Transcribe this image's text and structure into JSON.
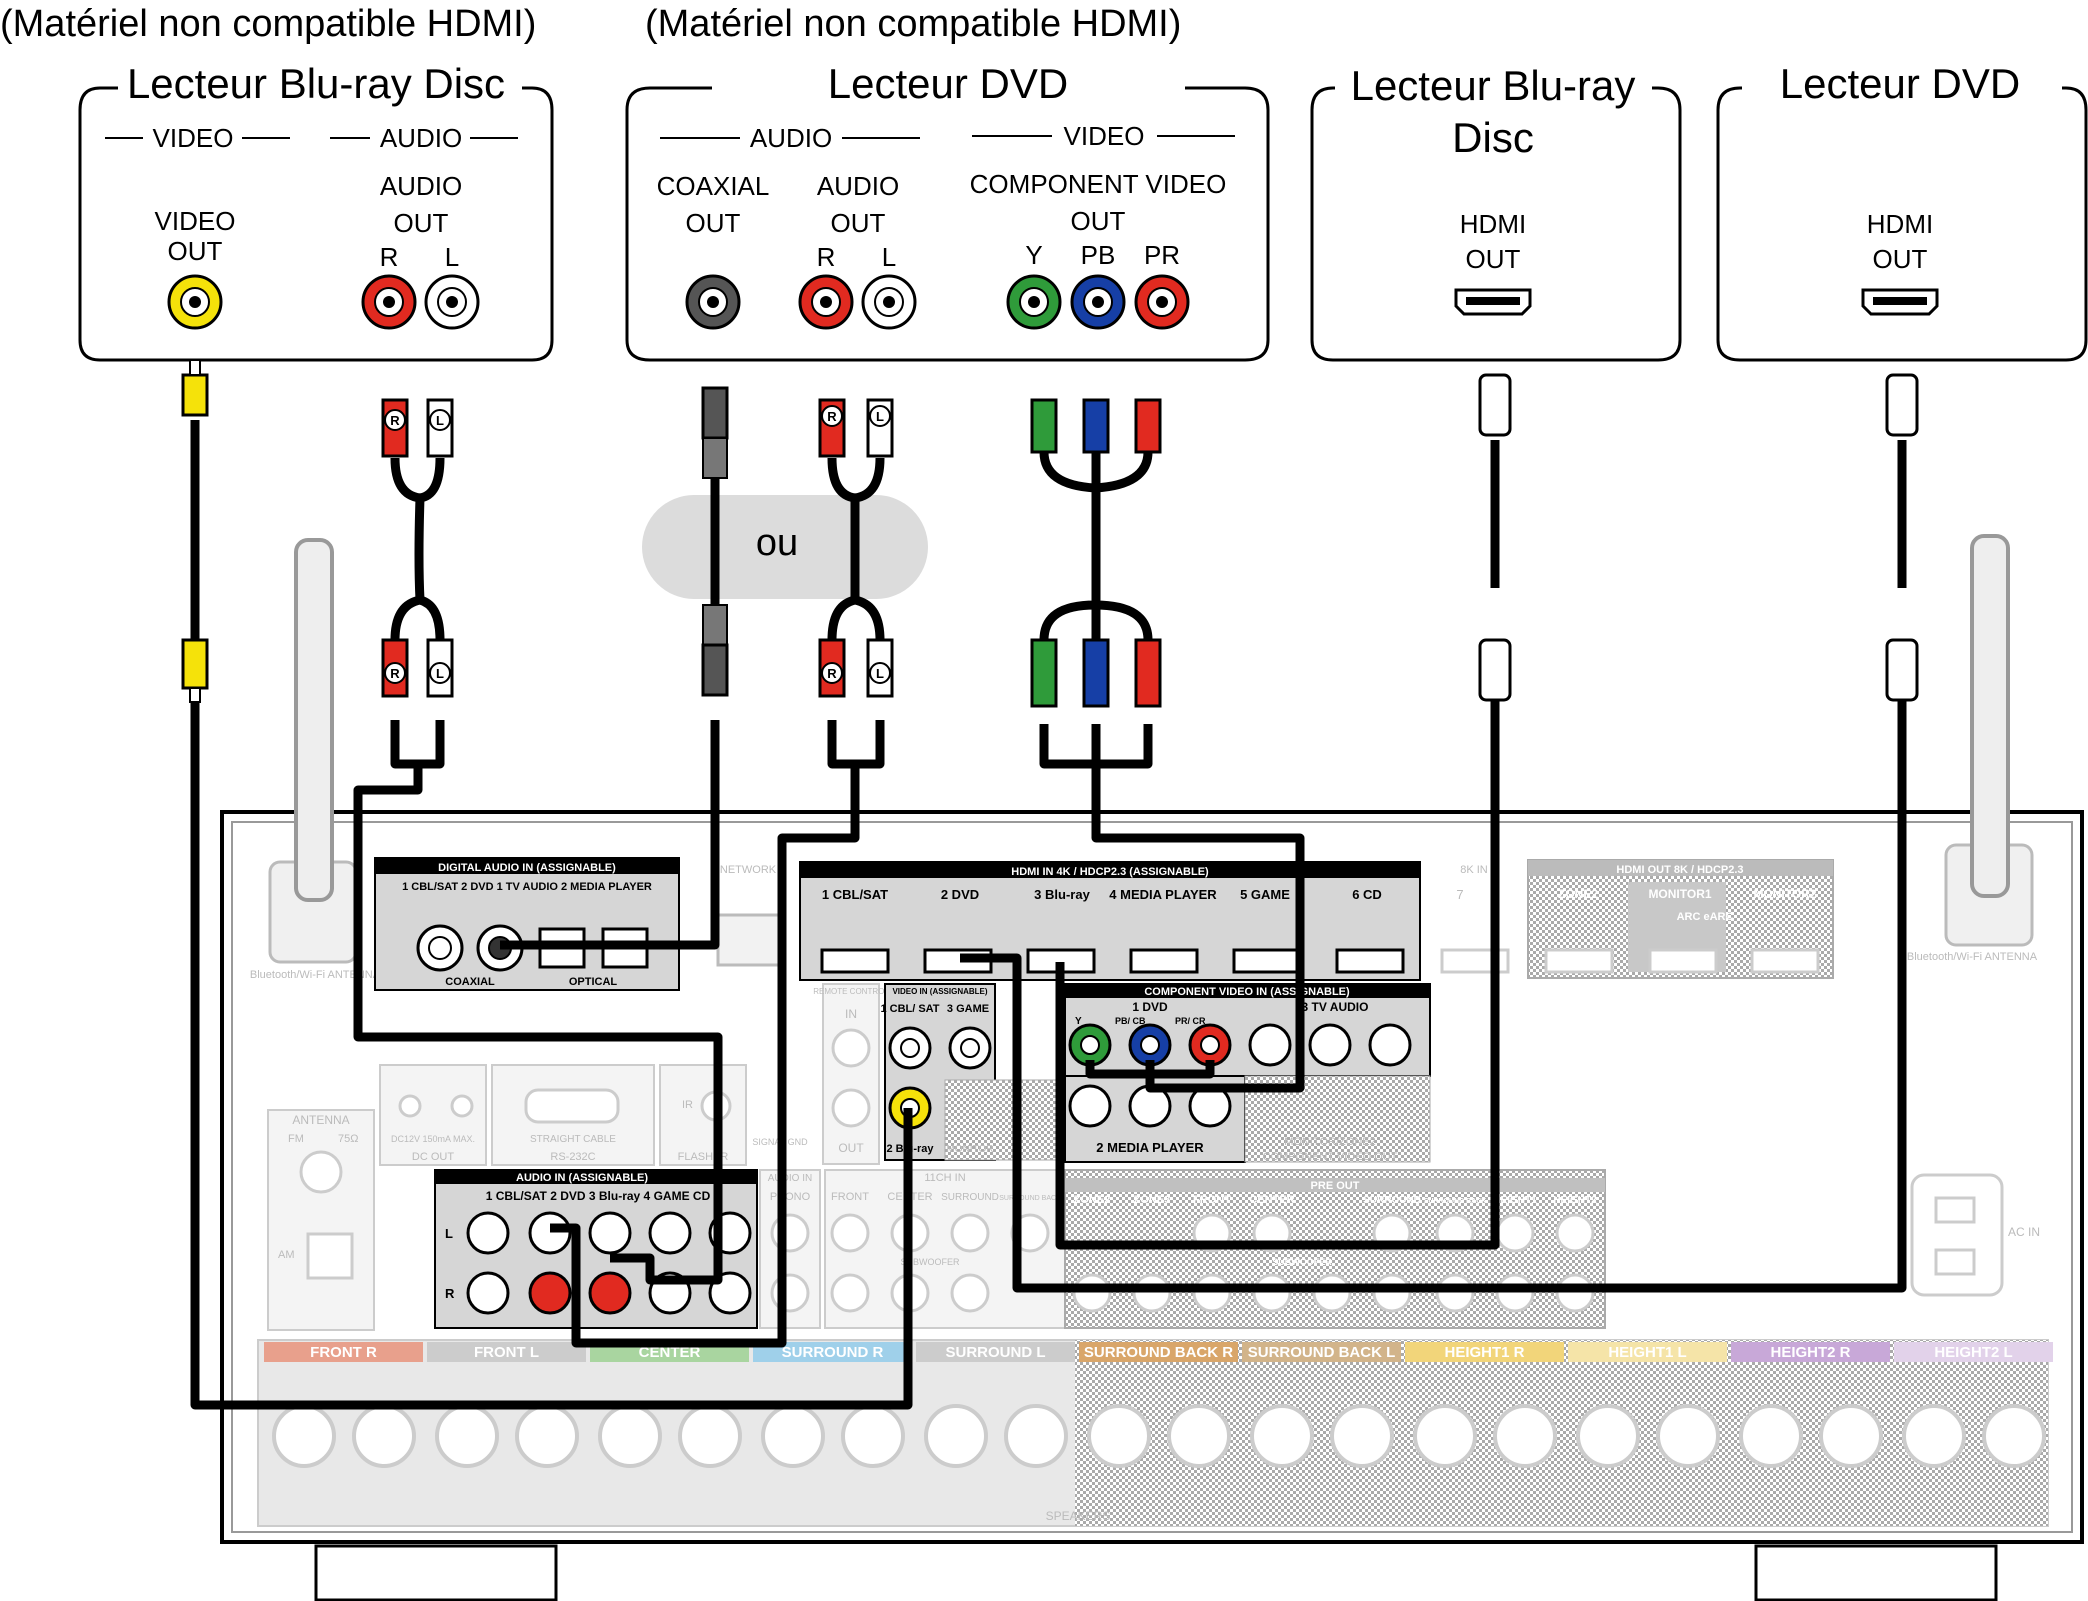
{
  "notes": {
    "left": "(Matériel non compatible HDMI)",
    "right": "(Matériel non compatible HDMI)"
  },
  "devices": {
    "bd_analog": {
      "title": "Lecteur Blu-ray Disc",
      "section_video": "VIDEO",
      "section_audio": "AUDIO",
      "video_out_1": "VIDEO",
      "video_out_2": "OUT",
      "audio_out_1": "AUDIO",
      "audio_out_2": "OUT",
      "r": "R",
      "l": "L"
    },
    "dvd_analog": {
      "title": "Lecteur DVD",
      "section_audio": "AUDIO",
      "section_video": "VIDEO",
      "coaxial_1": "COAXIAL",
      "coaxial_2": "OUT",
      "audio_1": "AUDIO",
      "audio_2": "OUT",
      "r": "R",
      "l": "L",
      "component_1": "COMPONENT VIDEO",
      "component_2": "OUT",
      "y": "Y",
      "pb": "PB",
      "pr": "PR"
    },
    "bd_hdmi": {
      "title_1": "Lecteur Blu-ray",
      "title_2": "Disc",
      "hdmi_1": "HDMI",
      "hdmi_2": "OUT"
    },
    "dvd_hdmi": {
      "title": "Lecteur DVD",
      "hdmi_1": "HDMI",
      "hdmi_2": "OUT"
    }
  },
  "or_label": "ou",
  "plug_labels": {
    "r": "R",
    "l": "L"
  },
  "receiver": {
    "digital_audio_in": "DIGITAL AUDIO IN (ASSIGNABLE)",
    "digital_inputs": "1 CBL/SAT  2 DVD     1 TV AUDIO  2 MEDIA PLAYER",
    "coaxial": "COAXIAL",
    "optical": "OPTICAL",
    "network": "NETWORK",
    "hdmi_in": "HDMI IN    4K / HDCP2.3   (ASSIGNABLE)",
    "hdmi_inputs": [
      "1  CBL/SAT",
      "2  DVD",
      "3  Blu-ray",
      "4  MEDIA PLAYER",
      "5  GAME",
      "6  CD"
    ],
    "hdmi_7": "7",
    "hdmi_8k_in": "8K IN",
    "hdmi_out": "HDMI OUT   8K / HDCP2.3",
    "monitor1": "MONITOR1",
    "monitor2": "MONITOR2",
    "zone2": "ZONE2",
    "arc_earc": "ARC eARC",
    "bt_antenna": "Bluetooth/Wi-Fi ANTENNA",
    "remote_control": "REMOTE CONTROL",
    "rc_in": "IN",
    "rc_out": "OUT",
    "video_in": "VIDEO IN (ASSIGNABLE)",
    "video_in_1": "1 CBL/ SAT",
    "video_in_3": "3 GAME",
    "video_in_2": "2 Blu-ray",
    "monitor": "MONITOR",
    "component_video_in": "COMPONENT VIDEO IN (ASSIGNABLE)",
    "comp_1_dvd": "1  DVD",
    "comp_3_tv": "3 TV AUDIO",
    "comp_y": "Y",
    "comp_pb": "PB/ CB",
    "comp_pr": "PR/ CR",
    "comp_2_mp": "2  MEDIA PLAYER",
    "monitor_zone2": "MONITOR/ZONE2",
    "component_video_out": "COMPONENT VIDEO OUT",
    "antenna": "ANTENNA",
    "fm": "FM",
    "ohm": "75Ω",
    "am": "AM",
    "dc_out": "DC OUT",
    "dc_spec": "DC12V 150mA MAX.",
    "rs232c": "RS-232C",
    "straight_cable": "STRAIGHT CABLE",
    "ir": "IR",
    "flasher": "FLASHER",
    "signal_gnd": "SIGNAL GND",
    "audio_in": "AUDIO IN (ASSIGNABLE)",
    "audio_inputs": "1 CBL/SAT  2 DVD  3 Blu-ray  4 GAME   CD",
    "audio_in_small": "AUDIO IN",
    "phono": "PHONO",
    "ch11_in": "11CH IN",
    "pre_out": "PRE OUT",
    "pre_labels": [
      "FRONT",
      "CENTER",
      "SURROUND",
      "SURROUND BACK",
      "ZONE2",
      "ZONE3",
      "FRONT",
      "CENTER",
      "SURROUND",
      "SURROUND BACK",
      "HEIGHT1",
      "HEIGHT2"
    ],
    "subwoofer": "SUBWOOFER",
    "ac_in": "AC IN",
    "speakers": "SPEAKERS",
    "speaker_labels": [
      "FRONT R",
      "FRONT L",
      "CENTER",
      "SURROUND R",
      "SURROUND L",
      "SURROUND BACK R",
      "SURROUND BACK L",
      "HEIGHT1 R",
      "HEIGHT1 L",
      "HEIGHT2 R",
      "HEIGHT2 L"
    ],
    "lr": {
      "l": "L",
      "r": "R"
    }
  },
  "colors": {
    "yellow": "#f5e20a",
    "red": "#e12a20",
    "white": "#ffffff",
    "green": "#2f9b3a",
    "blue": "#163fa6",
    "black": "#222222",
    "grey_jack": "#555555",
    "pill": "#dcdcdc",
    "speaker_colors": [
      "#e8a08c",
      "#cccccc",
      "#a9d5a0",
      "#9fd0ea",
      "#cccccc",
      "#d9a66a",
      "#d2b48a",
      "#f2d57a",
      "#f5e4a8",
      "#c8a8d8",
      "#e2d2ea"
    ]
  }
}
